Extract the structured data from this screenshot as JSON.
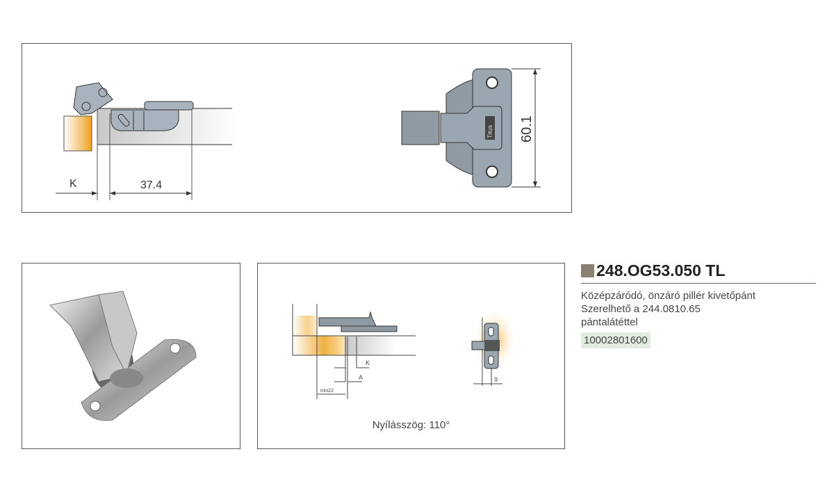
{
  "top_drawing": {
    "dim_k": "K",
    "dim_width": "37.4",
    "dim_height": "60.1",
    "brand_mark": "Titus"
  },
  "install_drawing": {
    "dim_k": "K",
    "dim_a": "A",
    "dim_min": "min22",
    "dim_plate": "9",
    "caption": "Nyílásszög: 110°"
  },
  "product": {
    "code": "248.OG53.050 TL",
    "description_lines": [
      "Középzáródó, önzáró pillér kivetőpánt",
      "Szerelhető a 244.0810.65",
      "pántalátéttel"
    ],
    "article_number": "10002801600",
    "accent_color": "#8a8170",
    "article_bg": "#e3ece0"
  }
}
